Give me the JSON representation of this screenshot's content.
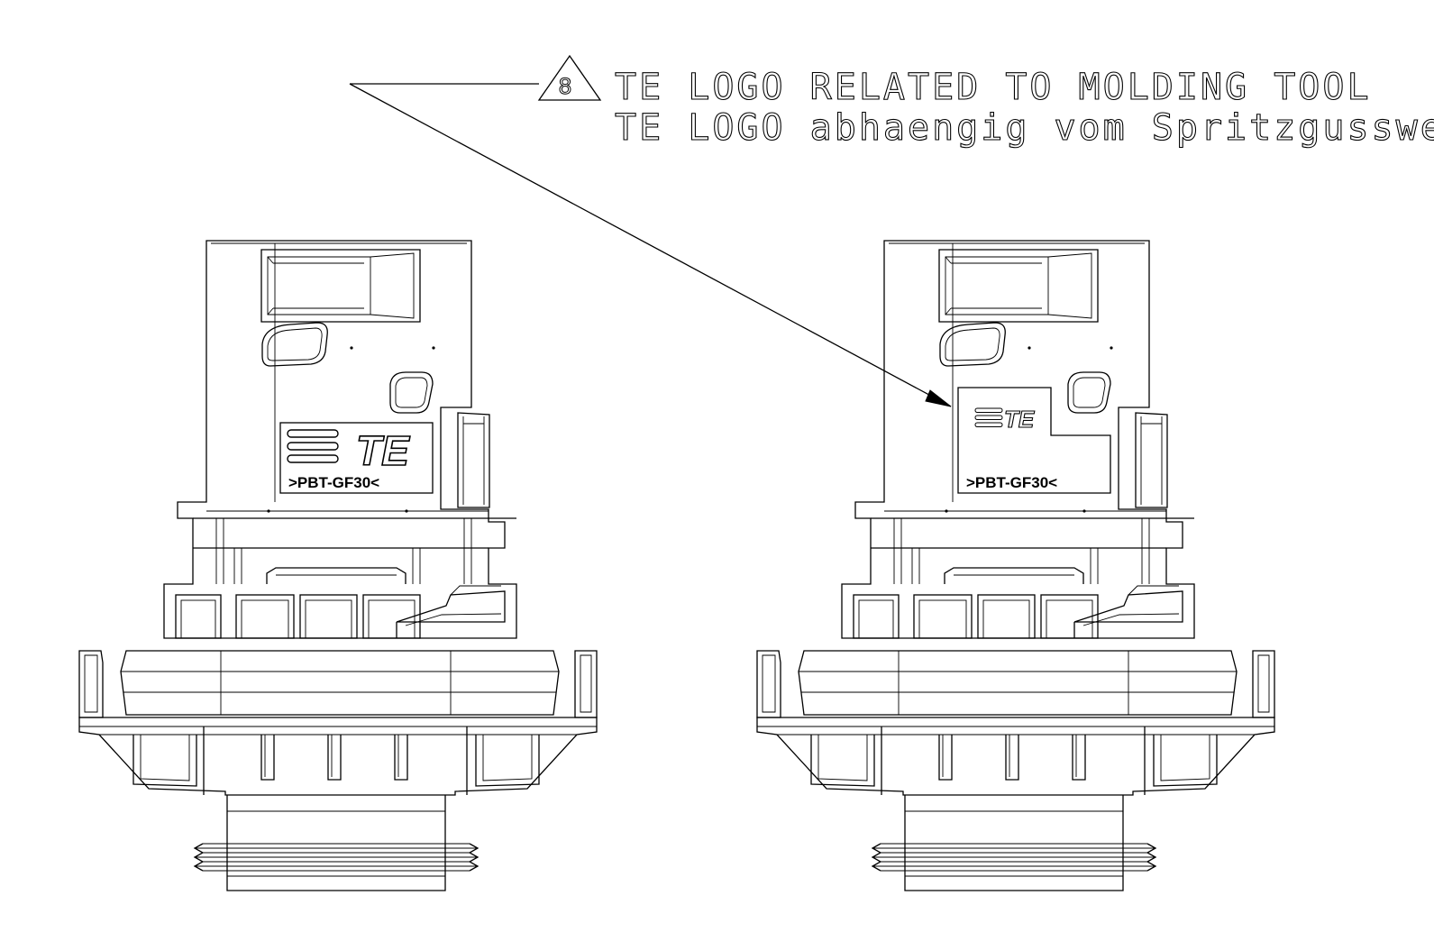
{
  "note": {
    "number": "8",
    "line_en": "TE LOGO RELATED TO MOLDING TOOL",
    "line_de": "TE LOGO abhaengig vom Spritzgusswerkzeug"
  },
  "views": [
    {
      "logo_text": "TE",
      "material": ">PBT-GF30<"
    },
    {
      "logo_text": "TE",
      "material": ">PBT-GF30<"
    }
  ]
}
